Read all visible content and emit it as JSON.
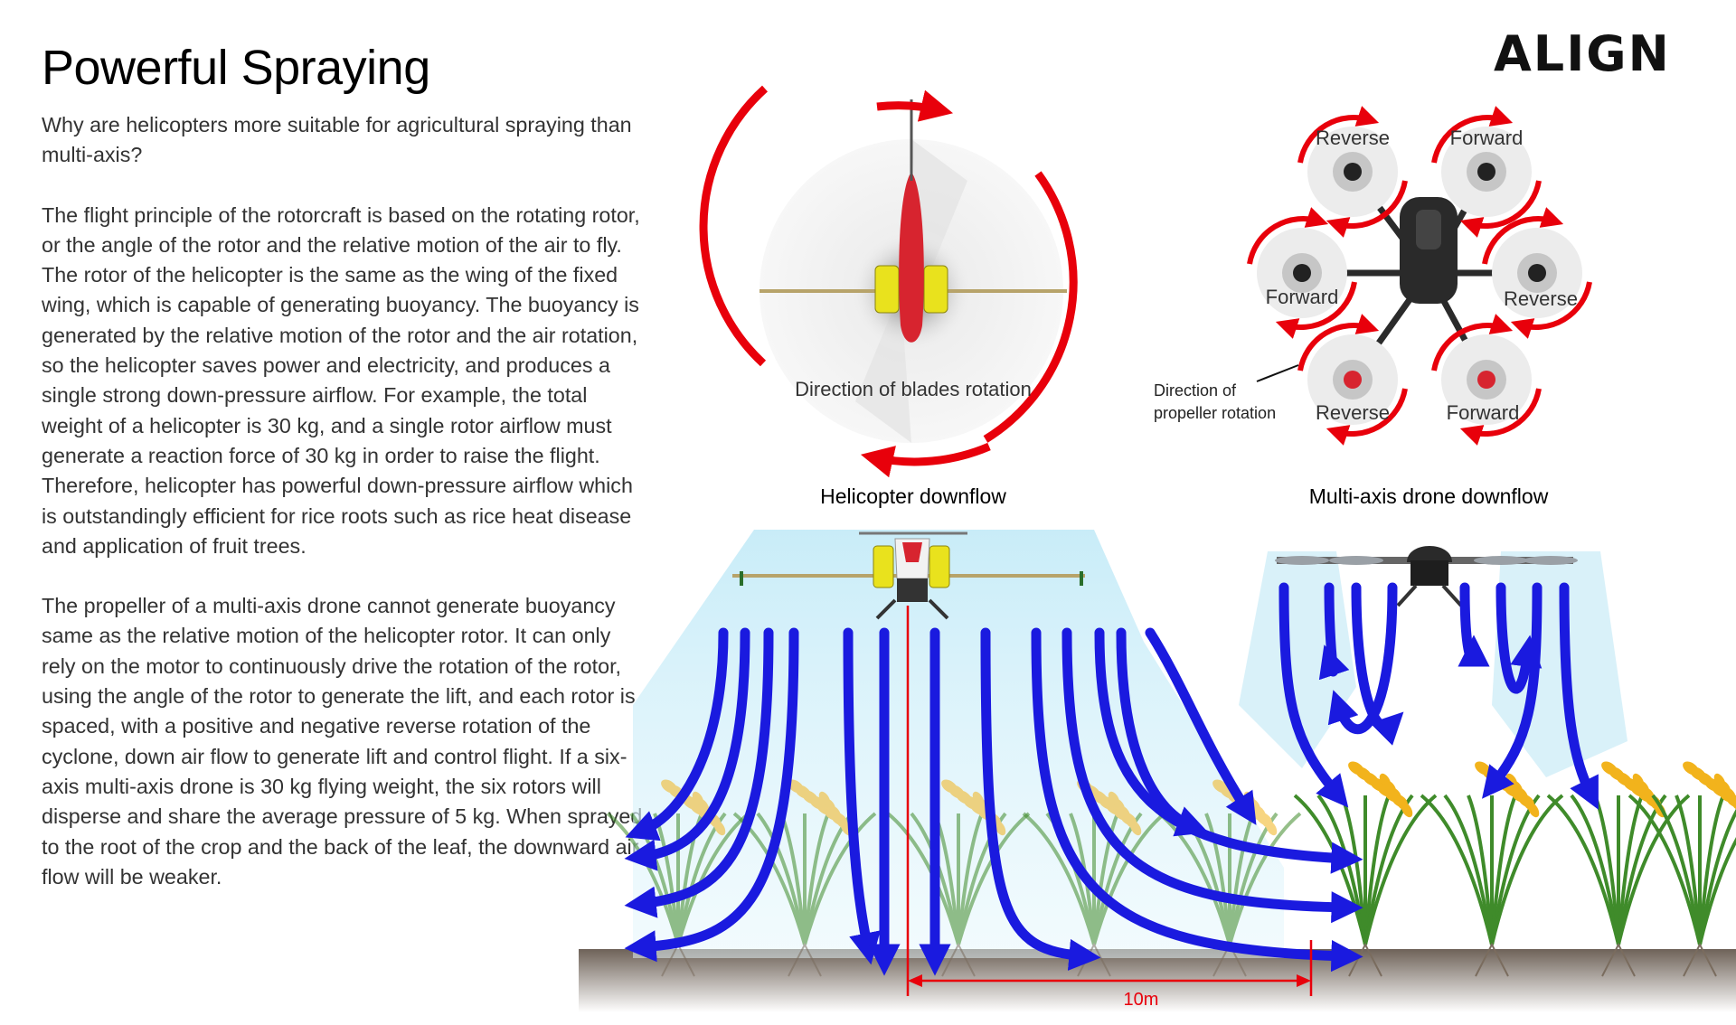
{
  "header": {
    "title": "Powerful Spraying",
    "logo_text": "ALIGN"
  },
  "article": {
    "question": "Why are helicopters more suitable for agricultural spraying than multi-axis?",
    "paragraph_1": "The flight principle of the rotorcraft is based on the rotating rotor, or the angle of the rotor and the relative motion of the air to fly. The rotor of the helicopter is the same as the wing of the fixed wing, which is capable of generating buoyancy. The buoyancy is generated by the relative motion of the rotor and the air rotation, so the helicopter saves power and electricity, and produces a single strong down-pressure airflow. For example, the total weight of a helicopter is 30 kg, and a single rotor airflow must generate a reaction force of 30 kg in order to raise the flight. Therefore, helicopter has powerful down-pressure airflow which is outstandingly efficient for rice roots such as rice heat disease and application of fruit trees.",
    "paragraph_2": "The propeller of a multi-axis drone cannot generate buoyancy same as the relative motion of the helicopter rotor. It can only rely on the motor to continuously drive the rotation of the rotor, using the angle of the rotor to generate the lift, and each rotor is spaced, with a positive and negative reverse rotation of the cyclone, down air flow to generate lift and control flight. If a six-axis multi-axis drone is 30 kg flying weight, the six rotors will disperse and share the average pressure of 5 kg. When sprayed to the root of the crop and the back of the leaf, the downward air flow will be weaker."
  },
  "helicopter_top": {
    "rotation_label": "Direction of blades rotation"
  },
  "drone_top": {
    "propeller_label_line1": "Direction of",
    "propeller_label_line2": "propeller rotation",
    "rotors": [
      {
        "label": "Reverse"
      },
      {
        "label": "Forward"
      },
      {
        "label": "Forward"
      },
      {
        "label": "Reverse"
      },
      {
        "label": "Reverse"
      },
      {
        "label": "Forward"
      }
    ]
  },
  "captions": {
    "helicopter": "Helicopter downflow",
    "drone": "Multi-axis drone downflow"
  },
  "distance": {
    "label": "10m"
  },
  "colors": {
    "rotation_arrow": "#e8000b",
    "airflow": "#1a1adf",
    "airflow_cone": "#cfeef8",
    "rice_grain": "#f2b31c",
    "rice_stalk": "#3f8b2a",
    "soil": "#7a6c5e"
  }
}
